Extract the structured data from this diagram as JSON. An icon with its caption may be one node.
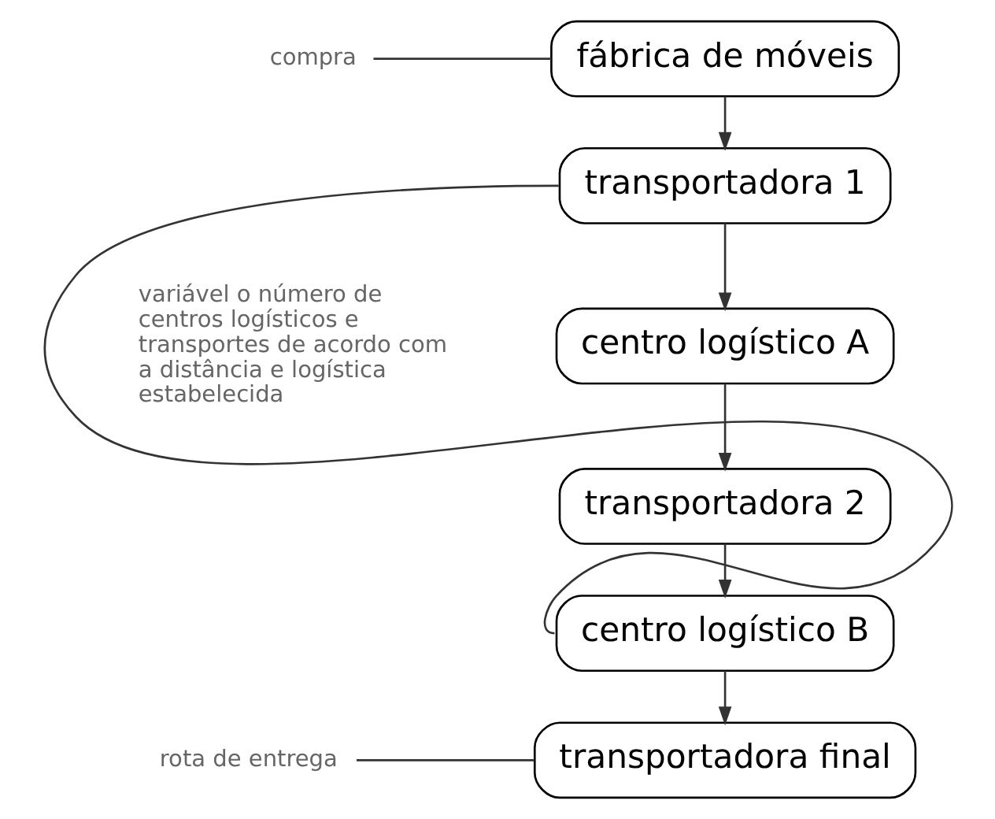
{
  "diagram": {
    "nodes": [
      {
        "text": [
          "compra"
        ]
      },
      {
        "text": [
          "fábrica de móveis"
        ]
      },
      {
        "text": [
          "transportadora 1"
        ]
      },
      {
        "text": [
          "centro logístico A"
        ]
      },
      {
        "text": [
          "transportadora 2"
        ]
      },
      {
        "text": [
          "centro logístico B"
        ]
      },
      {
        "text": [
          "transportadora final"
        ]
      },
      {
        "text": [
          "rota de entrega"
        ]
      }
    ],
    "edges": [
      {
        "from": 0,
        "to": 1,
        "arrow": "none"
      },
      {
        "from": 1,
        "to": 2,
        "arrow": "to"
      },
      {
        "from": 2,
        "to": 3,
        "arrow": "to"
      },
      {
        "from": 3,
        "to": 4,
        "arrow": "to"
      },
      {
        "from": 4,
        "to": 5,
        "arrow": "to"
      },
      {
        "from": 5,
        "to": 6,
        "arrow": "to"
      },
      {
        "from": 2,
        "to": 5,
        "arrow": "none"
      },
      {
        "from": 7,
        "to": 6,
        "arrow": "none"
      }
    ],
    "labels": [
      "variável o número de centros logísticos e transportes de acordo com a distância e logística estabelecida"
    ]
  }
}
